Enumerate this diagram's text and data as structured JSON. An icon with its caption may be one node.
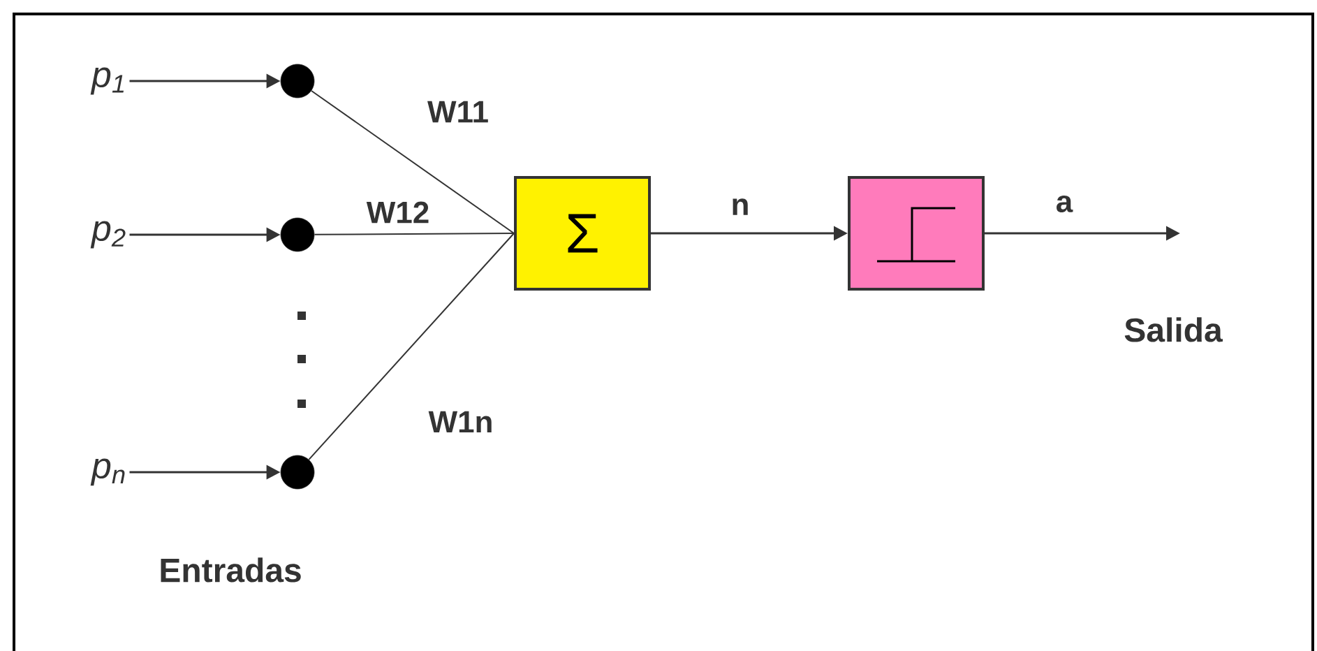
{
  "diagram": {
    "nodes": [
      {
        "text": [
          "p$_{1}$"
        ]
      },
      {
        "text": [
          "p$_{2}$"
        ]
      },
      {
        "text": [
          "p$_{n}$"
        ]
      },
      {
        "text": [],
        "shape": "circle"
      },
      {
        "text": [],
        "shape": "circle"
      },
      {
        "text": [],
        "shape": "circle"
      },
      {
        "text": [
          "Σ"
        ]
      },
      {
        "text": [],
        "shape": "box"
      }
    ],
    "edges": [
      {
        "from": 0,
        "to": 3,
        "arrow": "to"
      },
      {
        "from": 1,
        "to": 4,
        "arrow": "to"
      },
      {
        "from": 2,
        "to": 5,
        "arrow": "to"
      },
      {
        "from": 3,
        "to": 6,
        "arrow": "none",
        "label": "W11"
      },
      {
        "from": 4,
        "to": 6,
        "arrow": "none",
        "label": "W12"
      },
      {
        "from": 5,
        "to": 6,
        "arrow": "none",
        "label": "W1n"
      },
      {
        "from": 6,
        "to": 7,
        "arrow": "to",
        "label": "n"
      },
      {
        "from": 7,
        "to": null,
        "arrow": "to",
        "label": "a"
      }
    ],
    "labels": [
      "Entradas",
      "Salida"
    ]
  }
}
